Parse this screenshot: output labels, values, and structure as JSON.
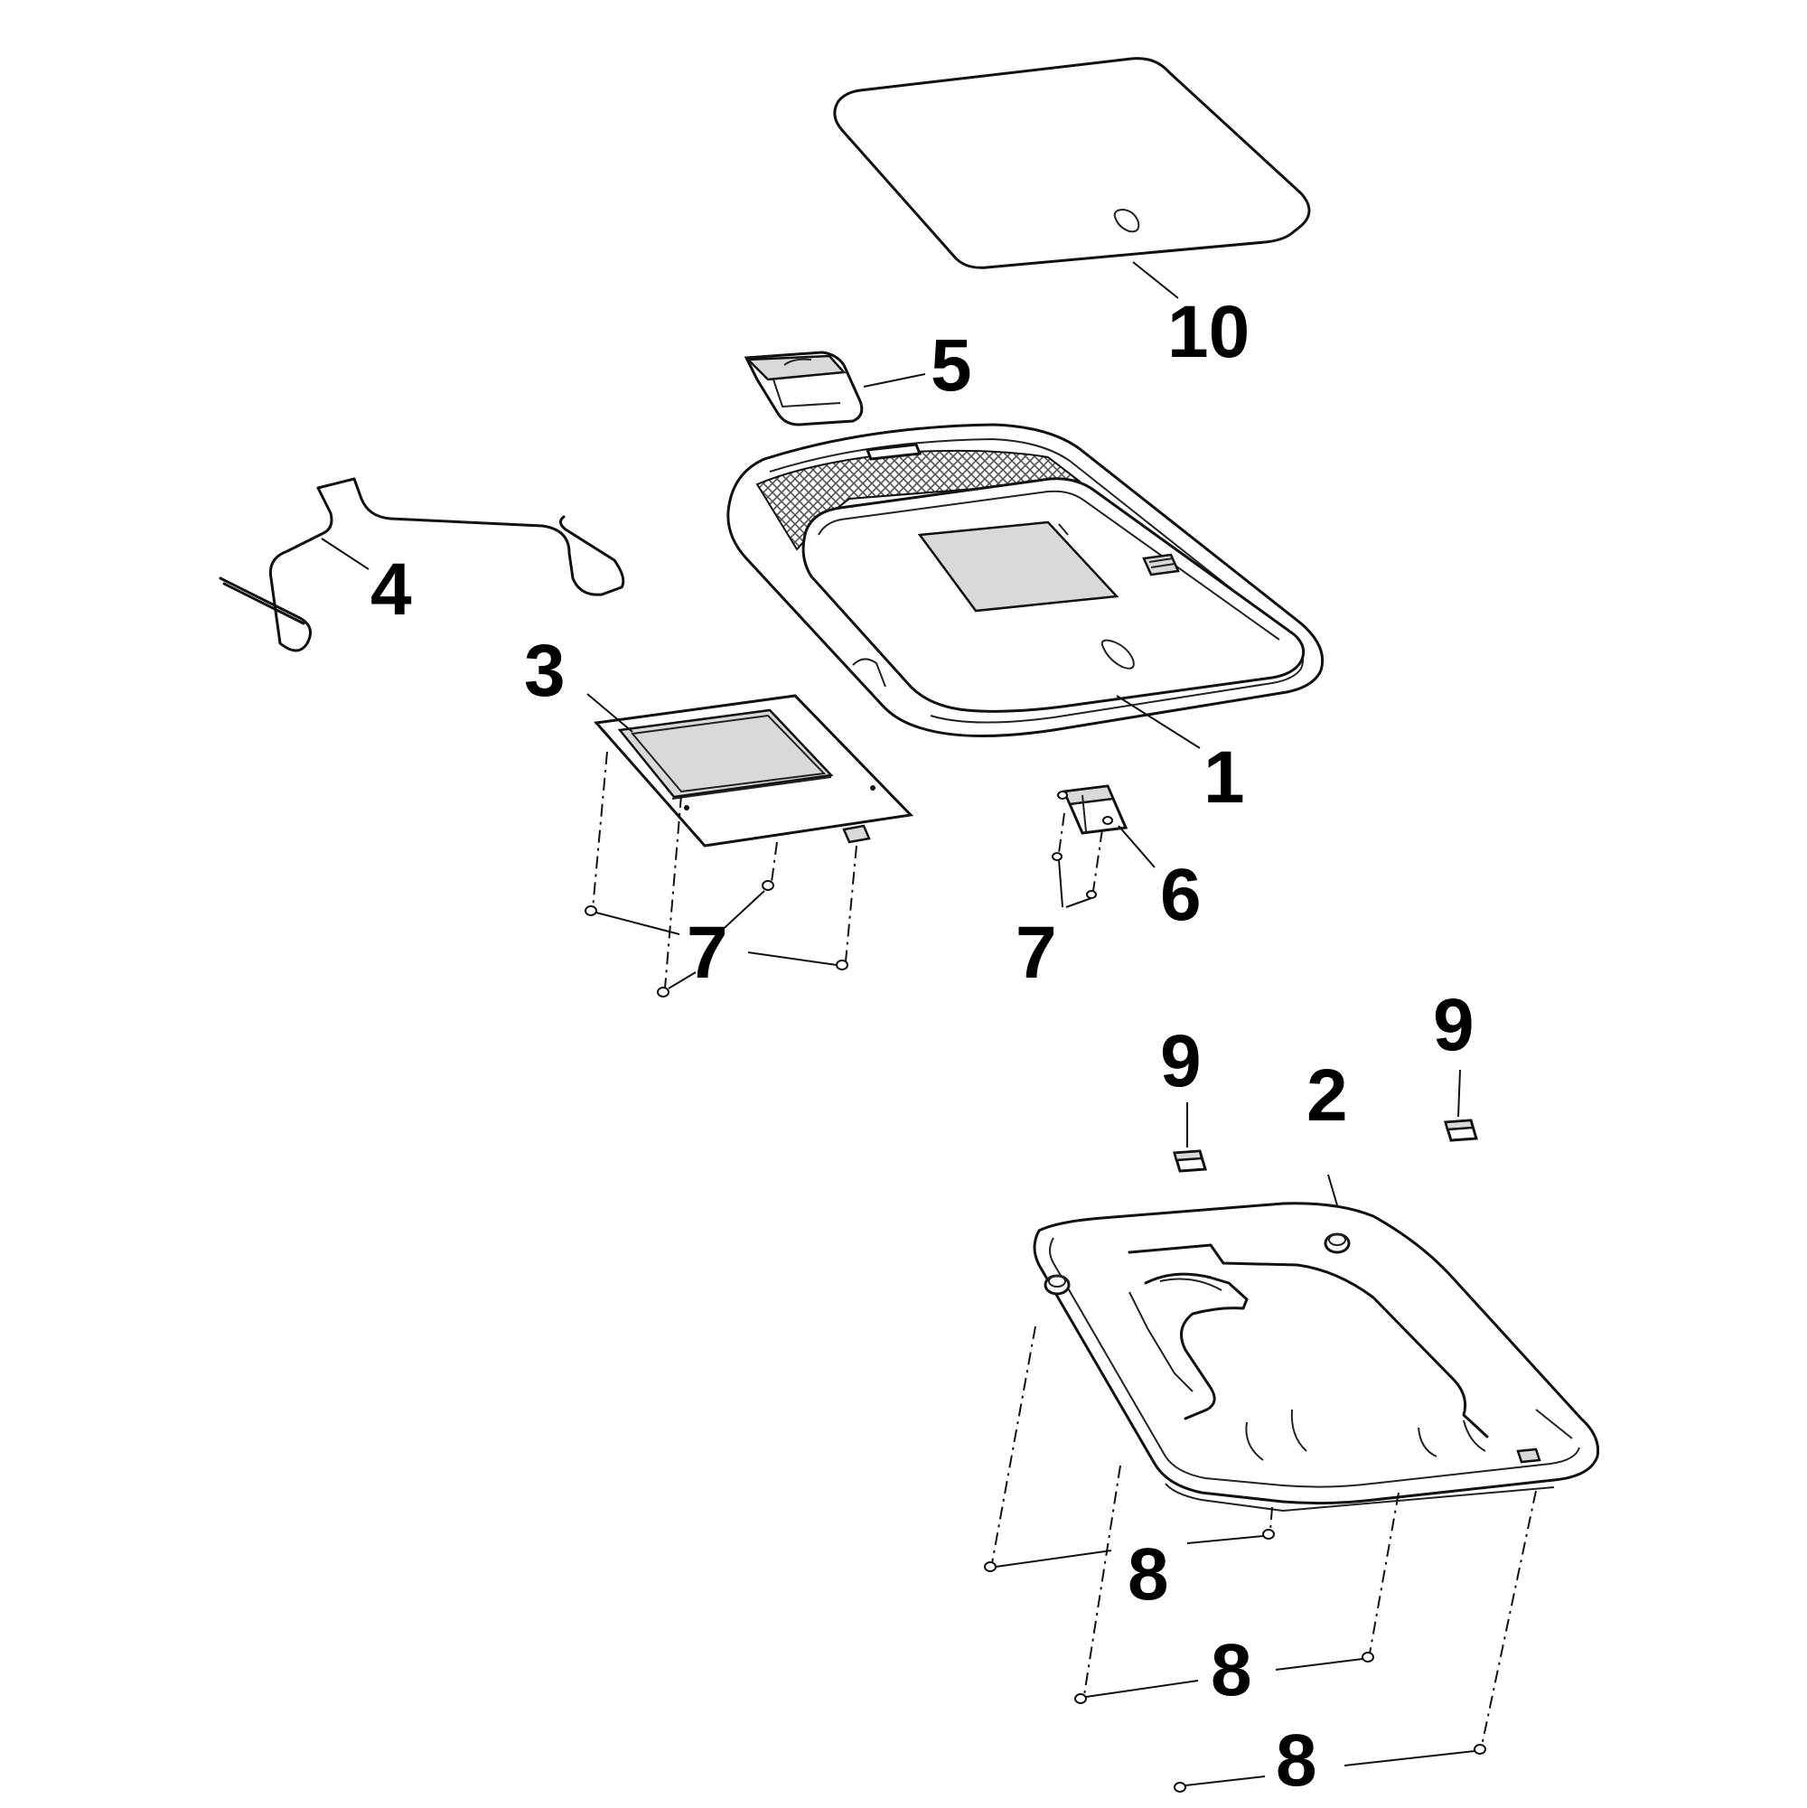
{
  "parts": [
    {
      "id": "1",
      "label": "1"
    },
    {
      "id": "2",
      "label": "2"
    },
    {
      "id": "3",
      "label": "3"
    },
    {
      "id": "4",
      "label": "4"
    },
    {
      "id": "5",
      "label": "5"
    },
    {
      "id": "6",
      "label": "6"
    },
    {
      "id": "7",
      "label": "7"
    },
    {
      "id": "8",
      "label": "8"
    },
    {
      "id": "9",
      "label": "9"
    },
    {
      "id": "10",
      "label": "10"
    }
  ]
}
